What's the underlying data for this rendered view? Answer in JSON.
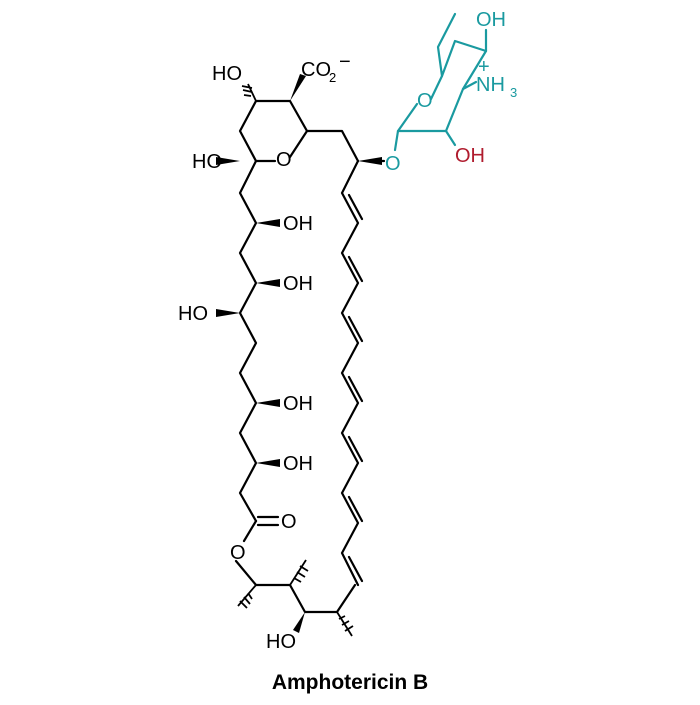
{
  "caption": "Amphotericin B",
  "colors": {
    "main": "#000000",
    "sugar": "#1a9aa0",
    "hydroxyl_red": "#b01c2e"
  },
  "labels": {
    "ho_top": "HO",
    "co2": "CO",
    "co2_sub": "2",
    "co2_charge": "−",
    "ring_o": "O",
    "ho_hemiketal": "HO",
    "oh_1": "OH",
    "oh_2": "OH",
    "ho_left": "HO",
    "oh_3": "OH",
    "oh_4": "OH",
    "carbonyl_o": "O",
    "ester_o": "O",
    "ho_bottom": "HO",
    "glyco_o": "O",
    "sugar_ring_o": "O",
    "sugar_oh_top": "OH",
    "sugar_nh3": "NH",
    "sugar_nh3_sub": "3",
    "sugar_nh3_charge": "+",
    "sugar_oh_red": "OH"
  }
}
